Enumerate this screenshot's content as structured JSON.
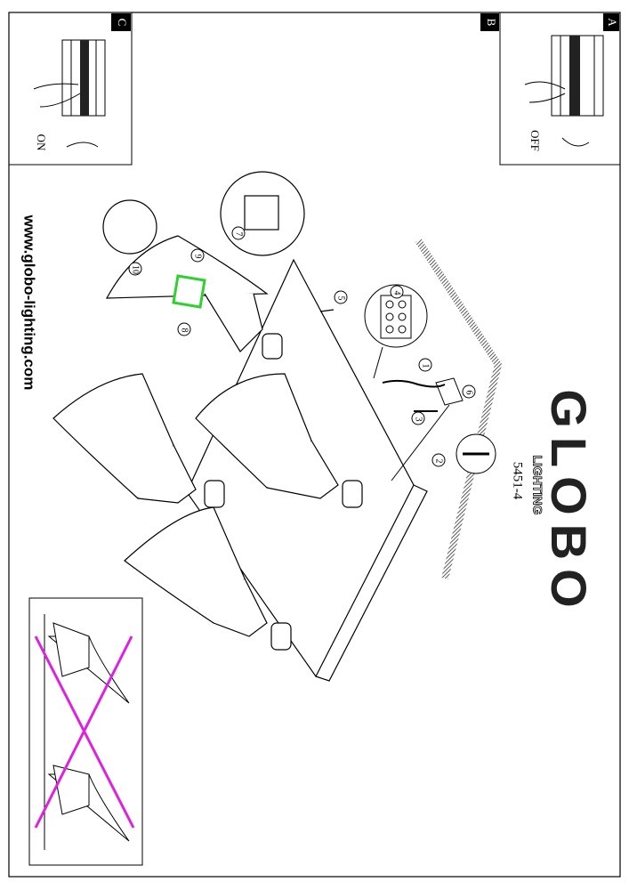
{
  "brand": {
    "logo": "GLOBO",
    "sub": "LIGHTING",
    "model": "5451-4"
  },
  "website": "www.globo-lighting.com",
  "panels": {
    "a": {
      "label": "A",
      "text": "OFF"
    },
    "b": {
      "label": "B"
    },
    "c": {
      "label": "C",
      "text": "ON"
    }
  },
  "steps": [
    "1",
    "2",
    "3",
    "4",
    "5",
    "6",
    "7",
    "8",
    "9",
    "10"
  ],
  "colors": {
    "line": "#000000",
    "highlight": "#2fd12f",
    "cross": "#e020e0",
    "hatch": "#555555"
  }
}
